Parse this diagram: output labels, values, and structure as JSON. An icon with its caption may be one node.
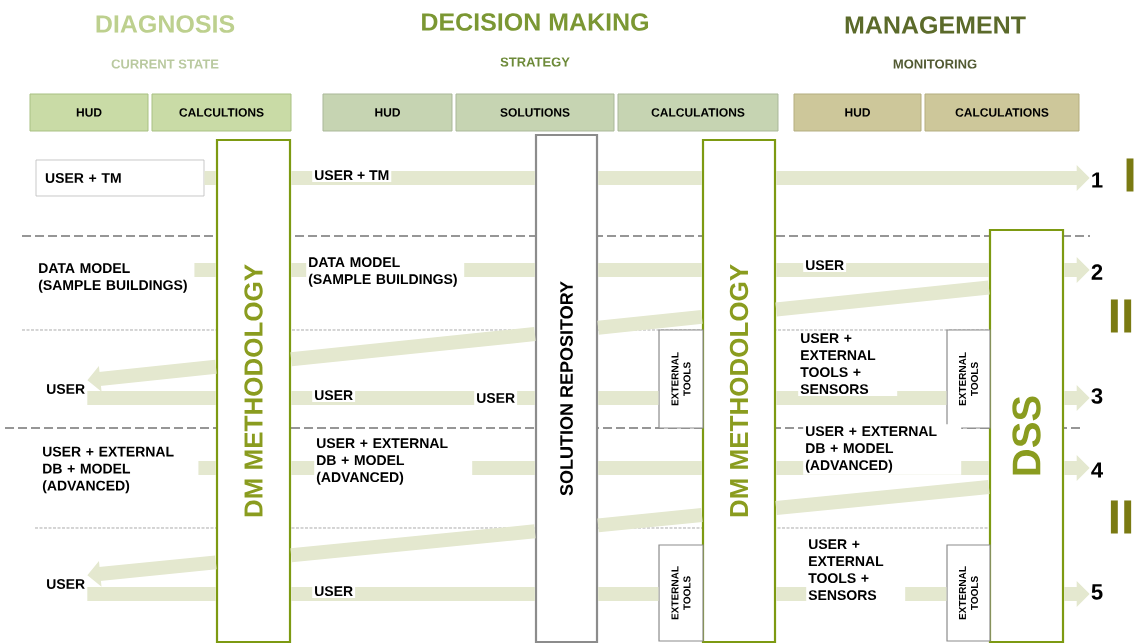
{
  "diagram": {
    "nodes": [
      {
        "text": [
          "HUD"
        ]
      },
      {
        "text": [
          "CALCULTIONS"
        ]
      },
      {
        "text": [
          "HUD"
        ]
      },
      {
        "text": [
          "SOLUTIONS"
        ]
      },
      {
        "text": [
          "CALCULATIONS"
        ]
      },
      {
        "text": [
          "HUD"
        ]
      },
      {
        "text": [
          "CALCULATIONS"
        ]
      },
      {
        "text": [
          "DM METHODOLOGY"
        ]
      },
      {
        "text": [
          "SOLUTION REPOSITORY"
        ]
      },
      {
        "text": [
          "DM METHODOLOGY"
        ]
      },
      {
        "text": [
          "DSS"
        ]
      },
      {
        "text": [
          "EXTERNAL TOOLS"
        ]
      },
      {
        "text": [
          "EXTERNAL TOOLS"
        ]
      },
      {
        "text": [
          "EXTERNAL TOOLS"
        ]
      },
      {
        "text": [
          "EXTERNAL TOOLS"
        ]
      },
      {
        "text": [
          "USER + TM"
        ]
      },
      {
        "text": [
          "1"
        ]
      },
      {
        "text": [
          "DATA MODEL (SAMPLE BUILDINGS)"
        ]
      },
      {
        "text": [
          "2"
        ]
      },
      {
        "text": [
          "USER"
        ]
      },
      {
        "text": [
          "3"
        ]
      },
      {
        "text": [
          "USER + EXTERNAL DB + MODEL (ADVANCED)"
        ]
      },
      {
        "text": [
          "4"
        ]
      },
      {
        "text": [
          "USER"
        ]
      },
      {
        "text": [
          "5"
        ]
      }
    ],
    "edges": [
      {
        "from": 15,
        "to": 7,
        "arrow": "none"
      },
      {
        "from": 7,
        "to": 8,
        "arrow": "none",
        "label": "USER + TM"
      },
      {
        "from": 8,
        "to": 9,
        "arrow": "none"
      },
      {
        "from": 9,
        "to": 16,
        "arrow": "to"
      },
      {
        "from": 17,
        "to": 7,
        "arrow": "none"
      },
      {
        "from": 7,
        "to": 8,
        "arrow": "none",
        "label": "DATA MODEL (SAMPLE BUILDINGS)"
      },
      {
        "from": 8,
        "to": 9,
        "arrow": "none"
      },
      {
        "from": 9,
        "to": 10,
        "arrow": "none",
        "label": "USER"
      },
      {
        "from": 10,
        "to": 18,
        "arrow": "to"
      },
      {
        "from": 10,
        "to": 9,
        "arrow": "none"
      },
      {
        "from": 9,
        "to": 8,
        "arrow": "none"
      },
      {
        "from": 8,
        "to": 7,
        "arrow": "none"
      },
      {
        "from": 7,
        "to": 19,
        "arrow": "to"
      },
      {
        "from": 19,
        "to": 7,
        "arrow": "none"
      },
      {
        "from": 7,
        "to": 8,
        "arrow": "none",
        "label": "USER"
      },
      {
        "from": 8,
        "to": 11,
        "arrow": "none"
      },
      {
        "from": 9,
        "to": 12,
        "arrow": "none",
        "label": "USER + EXTERNAL TOOLS + SENSORS"
      },
      {
        "from": 10,
        "to": 20,
        "arrow": "to"
      },
      {
        "from": 21,
        "to": 7,
        "arrow": "none"
      },
      {
        "from": 7,
        "to": 8,
        "arrow": "none",
        "label": "USER + EXTERNAL DB + MODEL (ADVANCED)"
      },
      {
        "from": 8,
        "to": 9,
        "arrow": "none"
      },
      {
        "from": 9,
        "to": 10,
        "arrow": "none",
        "label": "USER + EXTERNAL DB + MODEL (ADVANCED)"
      },
      {
        "from": 10,
        "to": 22,
        "arrow": "to"
      },
      {
        "from": 10,
        "to": 9,
        "arrow": "none"
      },
      {
        "from": 9,
        "to": 8,
        "arrow": "none"
      },
      {
        "from": 8,
        "to": 7,
        "arrow": "none"
      },
      {
        "from": 7,
        "to": 23,
        "arrow": "to"
      },
      {
        "from": 23,
        "to": 7,
        "arrow": "none"
      },
      {
        "from": 7,
        "to": 8,
        "arrow": "none",
        "label": "USER"
      },
      {
        "from": 8,
        "to": 13,
        "arrow": "none"
      },
      {
        "from": 9,
        "to": 14,
        "arrow": "none",
        "label": "USER + EXTERNAL TOOLS + SENSORS"
      },
      {
        "from": 10,
        "to": 24,
        "arrow": "to"
      }
    ],
    "labels": [
      "DIAGNOSIS",
      "DECISION MAKING",
      "MANAGEMENT",
      "CURRENT STATE",
      "STRATEGY",
      "MONITORING",
      "I",
      "II",
      "USER",
      "II"
    ]
  }
}
